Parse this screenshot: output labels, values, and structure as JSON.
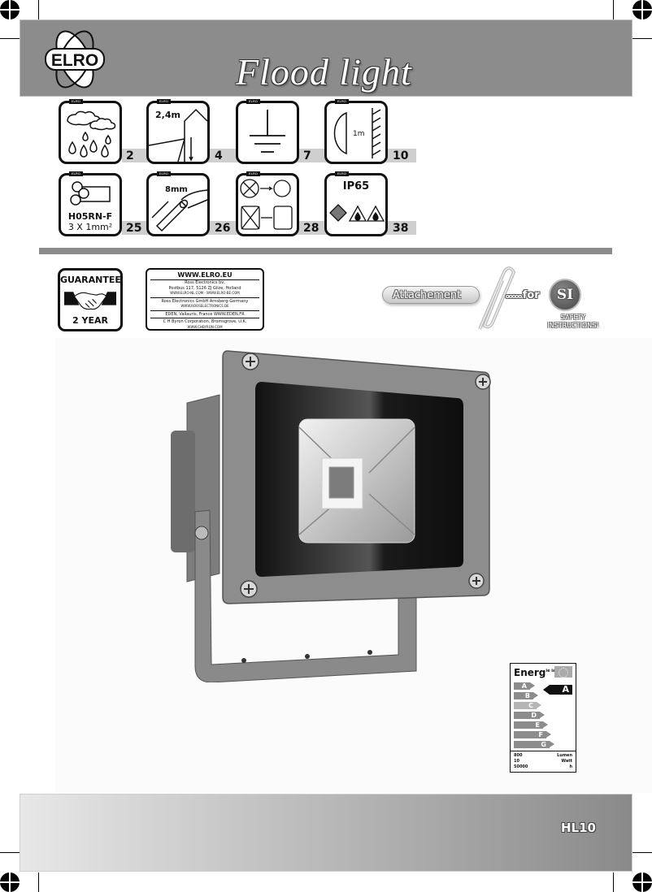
{
  "header": {
    "brand": "ELRO",
    "title": "Flood light",
    "background_color": "#8c8c8c"
  },
  "icons_row1": [
    {
      "name": "rain-icon",
      "page": "2"
    },
    {
      "name": "mounting-height-icon",
      "label": "2,4m",
      "page": "4"
    },
    {
      "name": "ground-icon",
      "page": "7"
    },
    {
      "name": "distance-icon",
      "label": "1m",
      "page": "10"
    }
  ],
  "icons_row2": [
    {
      "name": "cable-icon",
      "label_line1": "H05RN-F",
      "label_line2": "3 X 1mm²",
      "page": "25"
    },
    {
      "name": "cable-diameter-icon",
      "label": "8mm",
      "page": "26"
    },
    {
      "name": "glass-replace-icon",
      "page": "28"
    },
    {
      "name": "ip-rating-icon",
      "label": "IP65",
      "page": "38"
    }
  ],
  "guarantee": {
    "top": "GUARANTEE",
    "bottom": "2 YEAR"
  },
  "address": {
    "title": "WWW.ELRO.EU",
    "lines": [
      "Ross Electronics bv,",
      "Postbus 117, 5126 ZJ Gilze, Holland",
      "WWW.ELRO-NL.COM - WWW.ELRO-BE.COM",
      "Ross Electronics GmbH Arnsberg-Germany",
      "WWW.ROOSELECTRONICS.DE",
      "EDEN, Vallauris, France   WWW.EDEN.FR",
      "C H Byron Corporation, Bromsgrove, U.K.",
      "WWW.CHBYRON.COM"
    ]
  },
  "attachment": {
    "label": "Attachement",
    "for": "for",
    "dots": "ooooo.",
    "badge": "SI",
    "line1": "SAFETY",
    "line2": "INSTRUCTIONS!"
  },
  "energy_label": {
    "heading": "Energ",
    "heading_sup": "ie ia",
    "classes": [
      "A",
      "B",
      "C",
      "D",
      "E",
      "F",
      "G"
    ],
    "rating": "A",
    "footer": [
      {
        "value": "800",
        "unit": "Lumen"
      },
      {
        "value": "10",
        "unit": "Watt"
      },
      {
        "value": "50000",
        "unit": "h"
      }
    ]
  },
  "footer": {
    "model": "HL10"
  }
}
